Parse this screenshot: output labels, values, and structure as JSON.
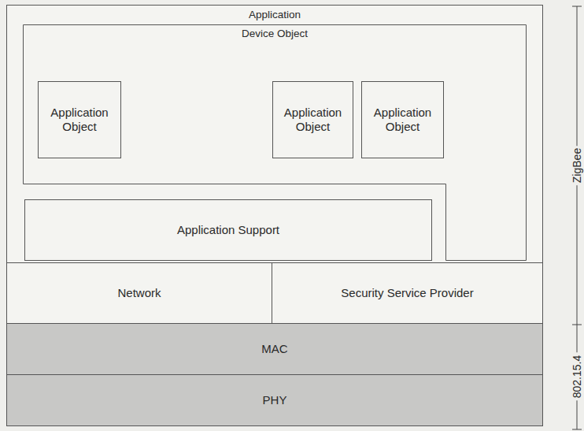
{
  "diagram": {
    "nodes": [
      {
        "text": [
          "Application"
        ]
      },
      {
        "text": [
          "Device Object"
        ],
        "in": 0
      },
      {
        "text": [
          "Application Object"
        ],
        "in": 1
      },
      {
        "text": [
          "Application Object"
        ],
        "in": 1
      },
      {
        "text": [
          "Application Object"
        ],
        "in": 1
      },
      {
        "text": [
          "Application Support"
        ],
        "in": 0
      },
      {
        "text": [
          "Network"
        ]
      },
      {
        "text": [
          "Security Service Provider"
        ]
      },
      {
        "text": [
          "MAC"
        ]
      },
      {
        "text": [
          "PHY"
        ]
      }
    ],
    "labels": [
      "ZigBee",
      "802.15.4"
    ]
  }
}
